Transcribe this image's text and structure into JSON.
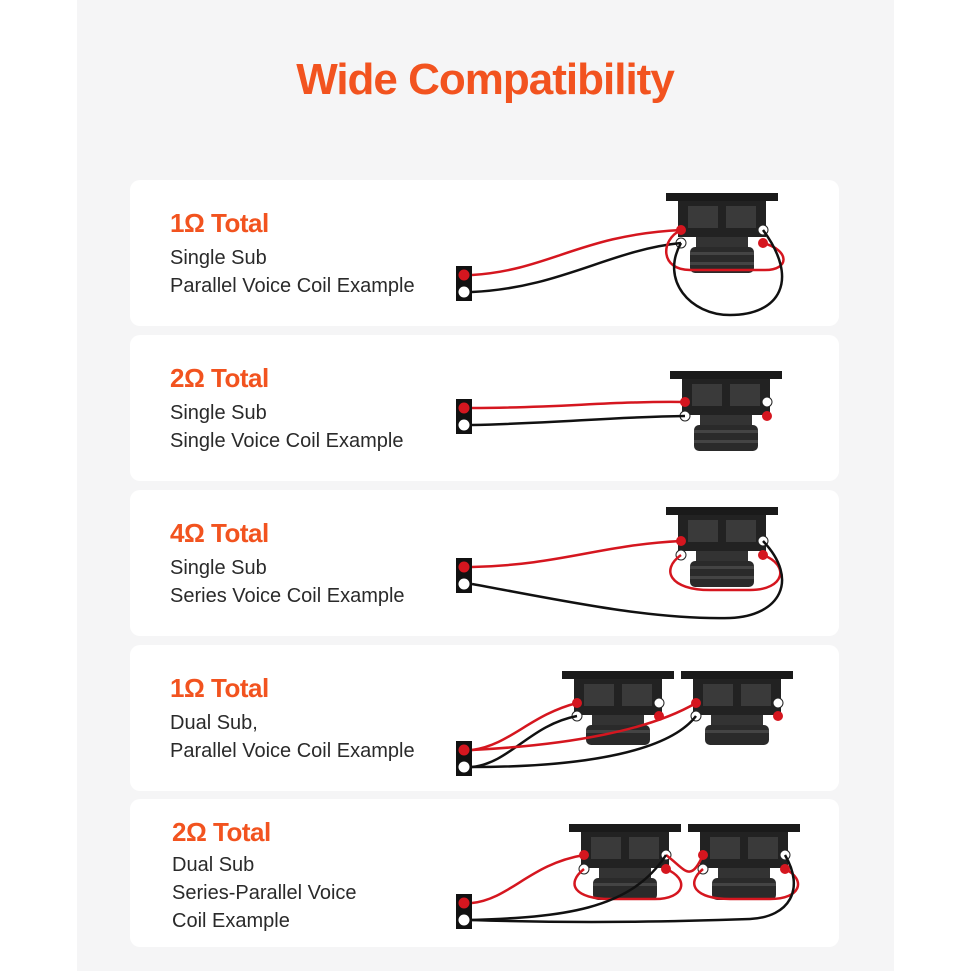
{
  "page": {
    "title": "Wide Compatibility"
  },
  "colors": {
    "accent": "#f2531f",
    "wire_positive": "#d5161f",
    "wire_negative": "#111111"
  },
  "terminal_labels": {
    "positive": "+",
    "negative": "−"
  },
  "cards": [
    {
      "ohm": "1Ω Total",
      "lines": [
        "Single Sub",
        "Parallel Voice Coil Example"
      ]
    },
    {
      "ohm": "2Ω Total",
      "lines": [
        "Single Sub",
        "Single Voice Coil Example"
      ]
    },
    {
      "ohm": "4Ω Total",
      "lines": [
        "Single Sub",
        "Series Voice Coil Example"
      ]
    },
    {
      "ohm": "1Ω Total",
      "lines": [
        "Dual Sub,",
        "Parallel Voice Coil Example"
      ]
    },
    {
      "ohm": "2Ω Total",
      "lines": [
        "Dual Sub",
        "Series-Parallel Voice",
        "Coil Example"
      ]
    }
  ]
}
